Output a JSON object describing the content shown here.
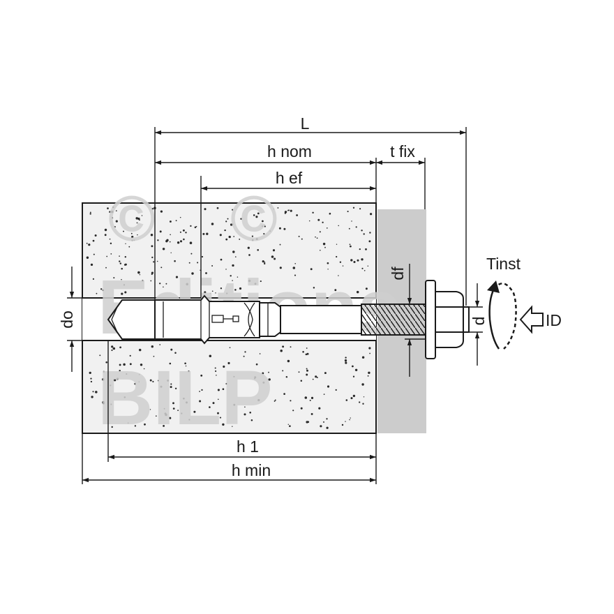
{
  "watermark": {
    "copyright_symbols": [
      "©",
      "©"
    ],
    "line1": "Editions",
    "line2": "BILP"
  },
  "dimensions": {
    "L": "L",
    "h_nom": "h nom",
    "t_fix": "t fix",
    "h_ef": "h ef",
    "h_1": "h 1",
    "h_min": "h min",
    "d_o": "do",
    "d_f": "df",
    "d": "d"
  },
  "torque_label": "Tinst",
  "direction_label": "ID",
  "colors": {
    "concrete_fill": "#f1f1f1",
    "fixture_plate": "#cccccc",
    "line": "#1a1a1a",
    "watermark": "#cfcfcf"
  }
}
